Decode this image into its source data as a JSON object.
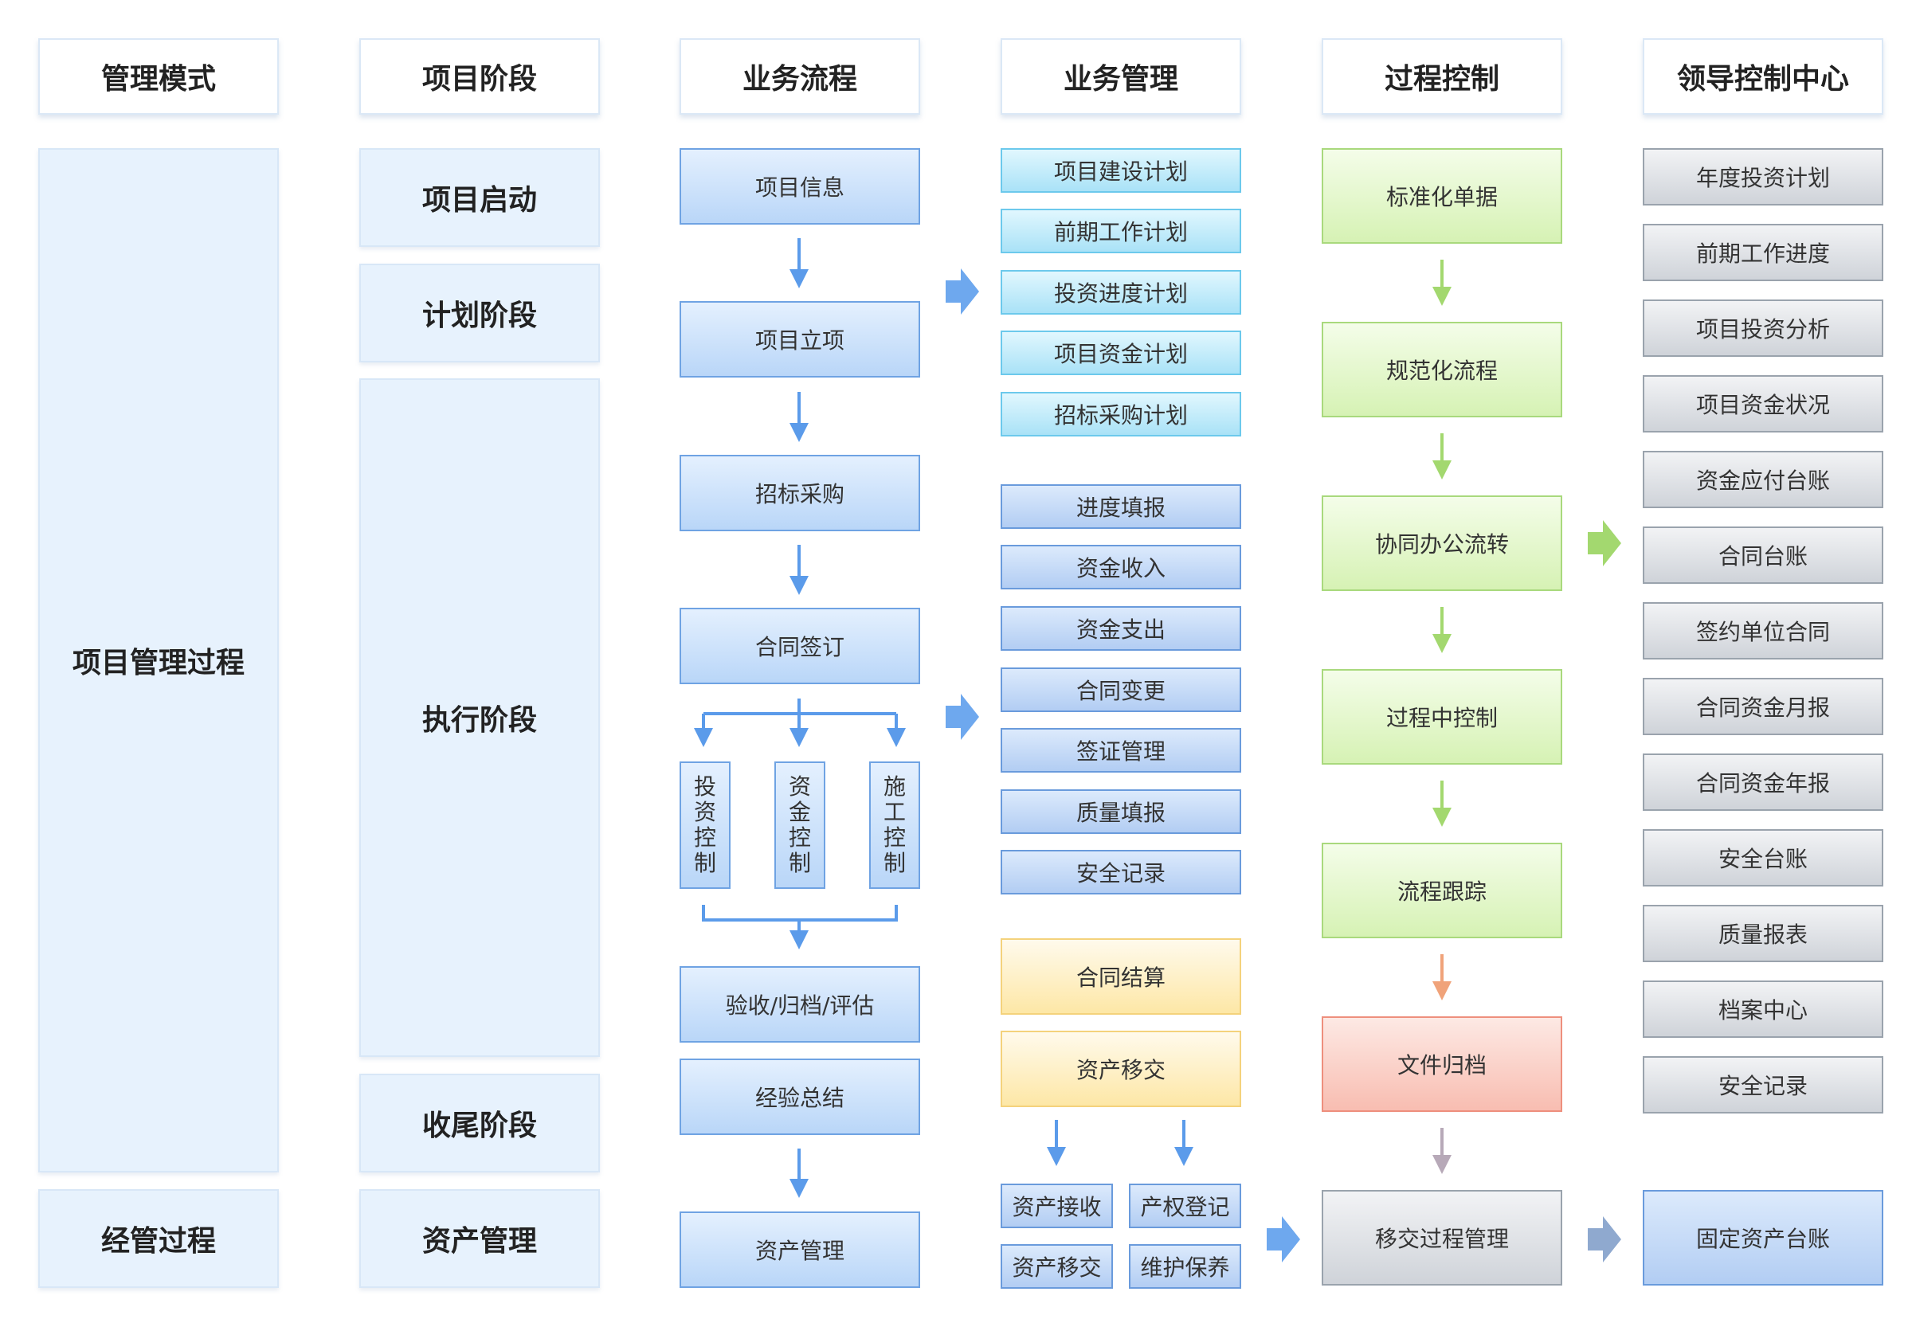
{
  "headers": {
    "mode": "管理模式",
    "stage": "项目阶段",
    "flow": "业务流程",
    "business": "业务管理",
    "process": "过程控制",
    "leader": "领导控制中心"
  },
  "mode_col": {
    "project_process": "项目管理过程",
    "operation_process": "经管过程"
  },
  "stage_col": {
    "start": "项目启动",
    "plan": "计划阶段",
    "execute": "执行阶段",
    "close": "收尾阶段",
    "asset": "资产管理"
  },
  "flow_col": {
    "info": "项目信息",
    "approve": "项目立项",
    "bidding": "招标采购",
    "contract": "合同签订",
    "invest_ctrl": "投资控制",
    "fund_ctrl": "资金控制",
    "build_ctrl": "施工控制",
    "accept": "验收/归档/评估",
    "summary": "经验总结",
    "asset": "资产管理"
  },
  "business_col": {
    "plans": [
      "项目建设计划",
      "前期工作计划",
      "投资进度计划",
      "项目资金计划",
      "招标采购计划"
    ],
    "execution": [
      "进度填报",
      "资金收入",
      "资金支出",
      "合同变更",
      "签证管理",
      "质量填报",
      "安全记录"
    ],
    "settlement": [
      "合同结算",
      "资产移交"
    ],
    "asset_items": [
      "资产接收",
      "产权登记",
      "资产移交",
      "维护保养"
    ]
  },
  "process_col": {
    "standard_doc": "标准化单据",
    "standard_flow": "规范化流程",
    "office_flow": "协同办公流转",
    "in_process": "过程中控制",
    "tracking": "流程跟踪",
    "archive": "文件归档",
    "transfer": "移交过程管理"
  },
  "leader_col": {
    "items": [
      "年度投资计划",
      "前期工作进度",
      "项目投资分析",
      "项目资金状况",
      "资金应付台账",
      "合同台账",
      "签约单位合同",
      "合同资金月报",
      "合同资金年报",
      "安全台账",
      "质量报表",
      "档案中心",
      "安全记录"
    ],
    "fixed_assets": "固定资产台账"
  },
  "colors": {
    "blue_arrow": "#5b9bea",
    "green_arrow": "#a3d86f",
    "orange_arrow": "#f0a37a",
    "gray_arrow": "#b7a9b8"
  }
}
